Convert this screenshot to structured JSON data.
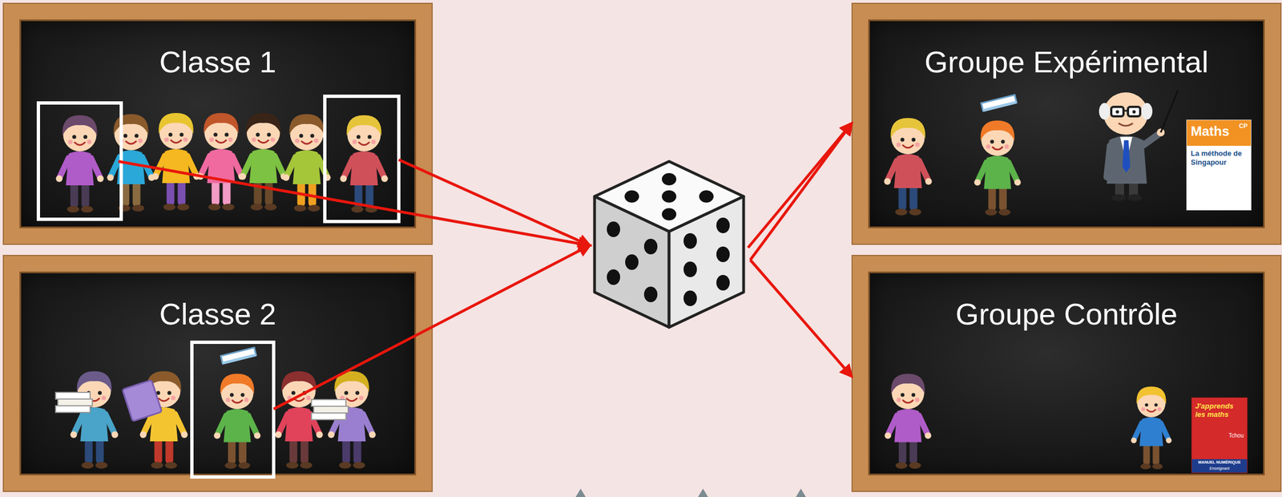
{
  "diagram": {
    "nodes": [
      {
        "text": [
          "Classe 1"
        ]
      },
      {
        "text": [
          "Groupe Expérimental"
        ]
      },
      {
        "text": [
          "Maths",
          "CP",
          "La méthode de Singapour"
        ],
        "in": 1
      },
      {
        "text": [
          "Classe 2"
        ]
      },
      {
        "text": [
          "Groupe Contrôle"
        ]
      },
      {
        "text": [
          "J'apprends les maths",
          "Tchou",
          "MANUEL NUMÉRIQUE",
          "Enseignant"
        ],
        "in": 4
      }
    ]
  }
}
